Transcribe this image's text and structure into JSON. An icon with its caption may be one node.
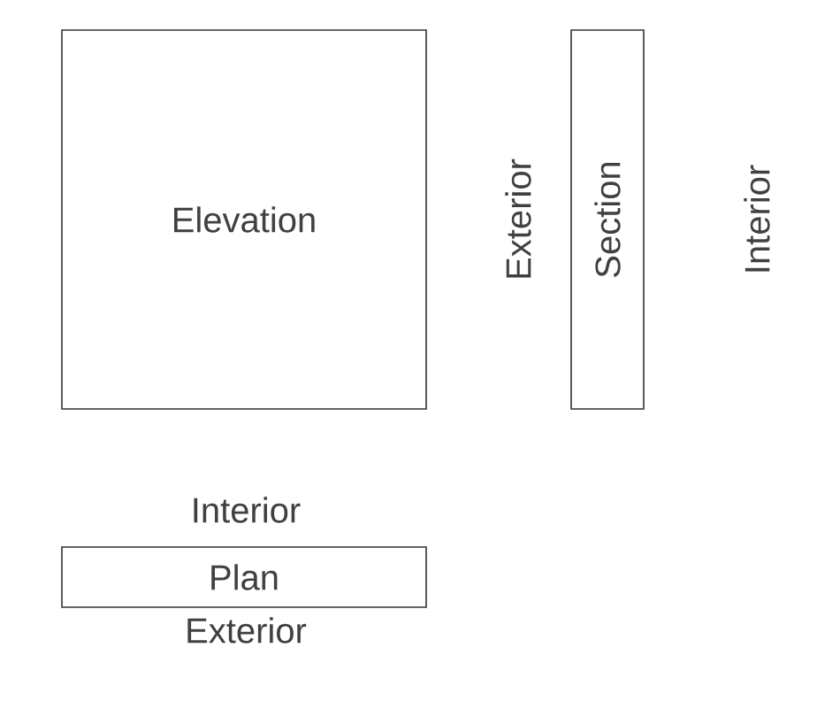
{
  "diagram": {
    "nodes": [
      {
        "text": [
          "Elevation"
        ]
      },
      {
        "text": [
          "Section"
        ]
      },
      {
        "text": [
          "Plan"
        ]
      }
    ],
    "labels": [
      "Exterior",
      "Interior",
      "Interior",
      "Exterior"
    ]
  }
}
